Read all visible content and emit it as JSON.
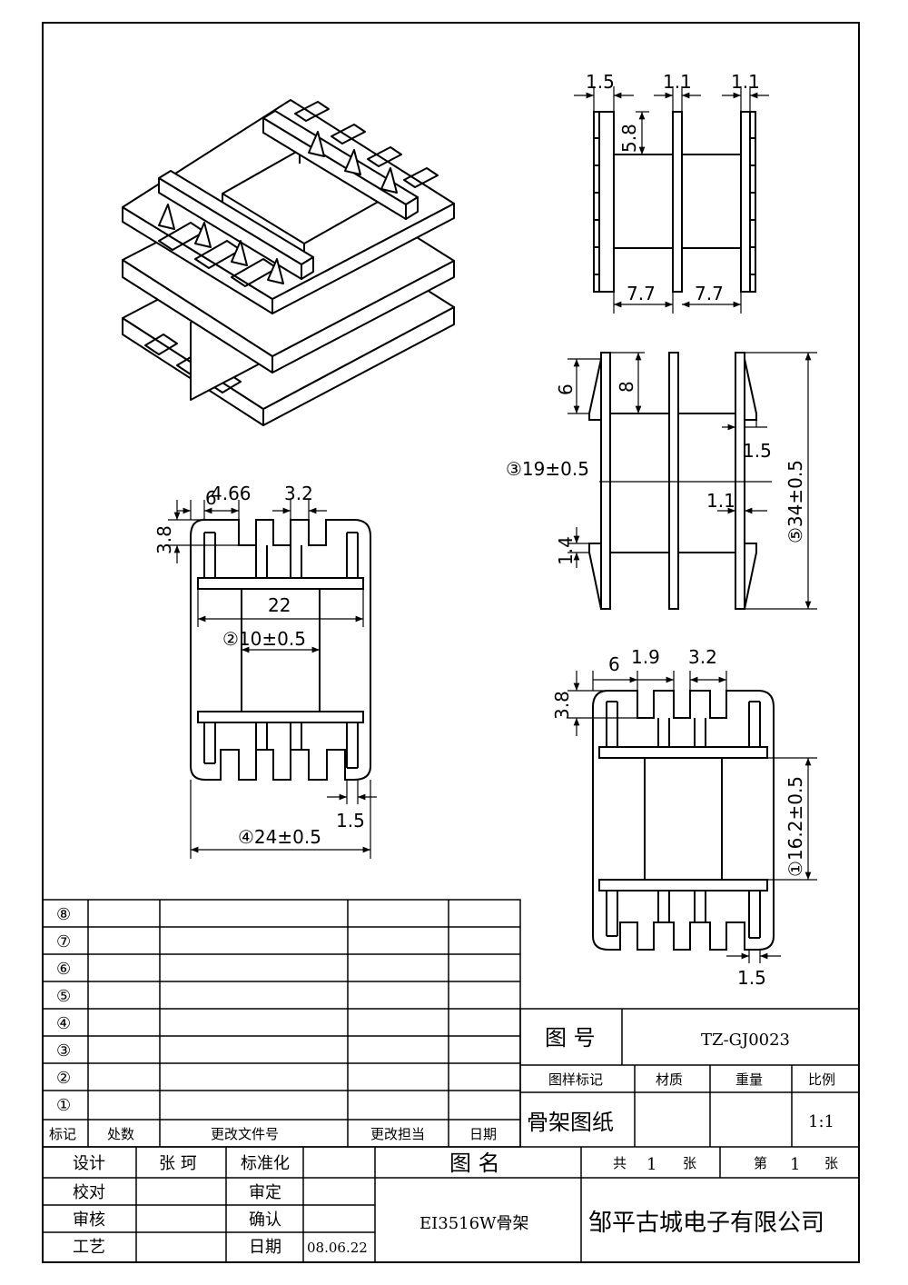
{
  "dims": {
    "top_view": {
      "d1": "1.5",
      "d2": "1.1",
      "d3": "1.1",
      "d4": "5.8",
      "d5": "7.7",
      "d6": "7.7"
    },
    "side_view": {
      "d1": "6",
      "d2": "8",
      "d3": "1.5",
      "d4": "③19±0.5",
      "d5": "1.1",
      "d6": "⑤34±0.5",
      "d7": "1.4"
    },
    "left_view": {
      "d1": "6",
      "d2": "4.66",
      "d3": "3.2",
      "d4": "3.8",
      "d5": "22",
      "d6": "②10±0.5",
      "d7": "1.5",
      "d8": "④24±0.5"
    },
    "bottom_view": {
      "d1": "6",
      "d2": "1.9",
      "d3": "3.2",
      "d4": "3.8",
      "d5": "①16.2±0.5",
      "d6": "1.5"
    }
  },
  "revision_table": {
    "rows": [
      "⑧",
      "⑦",
      "⑥",
      "⑤",
      "④",
      "③",
      "②",
      "①"
    ],
    "headers": [
      "标记",
      "处数",
      "更改文件号",
      "更改担当",
      "日期"
    ]
  },
  "title_block": {
    "drawing_no_label": "图  号",
    "drawing_no": "TZ-GJ0023",
    "mark_label": "图样标记",
    "material_label": "材质",
    "weight_label": "重量",
    "scale_label": "比例",
    "doc_type": "骨架图纸",
    "scale": "1:1",
    "design_label": "设计",
    "designer": "张  珂",
    "standard_label": "标准化",
    "name_label": "图  名",
    "total_label_a": "共",
    "total_count": "1",
    "total_label_b": "张",
    "sheet_label_a": "第",
    "sheet_no": "1",
    "sheet_label_b": "张",
    "check_label": "校对",
    "approve_label": "审定",
    "review_label": "审核",
    "confirm_label": "确认",
    "process_label": "工艺",
    "date_label": "日期",
    "date": "08.06.22",
    "part_name": "EI3516W骨架",
    "company": "邹平古城电子有限公司"
  }
}
